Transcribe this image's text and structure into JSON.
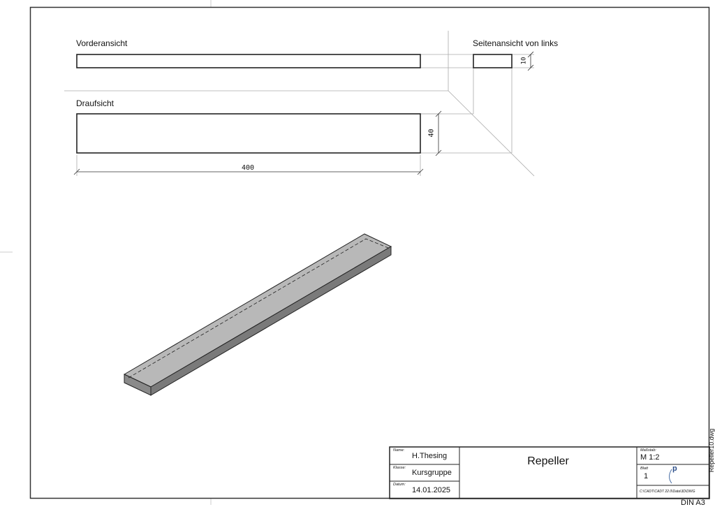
{
  "views": {
    "front": "Vorderansicht",
    "side": "Seitenansicht von links",
    "top": "Draufsicht"
  },
  "dimensions": {
    "length": "400",
    "width": "40",
    "height": "10"
  },
  "title_block": {
    "name_label": "Name:",
    "name": "H.Thesing",
    "class_label": "Klasse:",
    "class": "Kursgruppe",
    "date_label": "Datum:",
    "date": "14.01.2025",
    "title": "Repeller",
    "scale_label": "Maßstab:",
    "scale": "M 1:2",
    "sheet_label": "Blatt",
    "sheet": "1",
    "path": "C:\\CADT\\CADT 22.0\\Data\\3D\\DWG",
    "filename": "Repeller10.dwg",
    "format": "DIN A3"
  }
}
